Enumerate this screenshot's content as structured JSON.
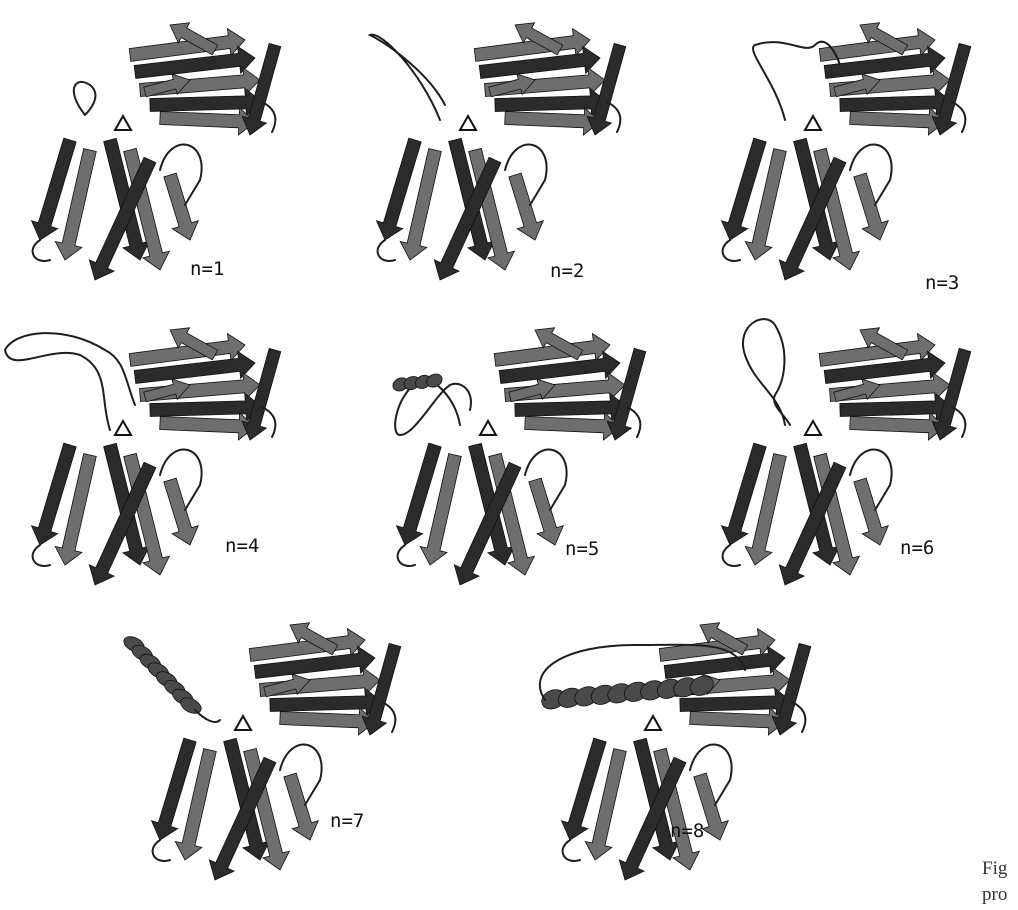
{
  "figure": {
    "panels": [
      {
        "label": "n=1",
        "linker": "loop-short"
      },
      {
        "label": "n=2",
        "linker": "loop-medium"
      },
      {
        "label": "n=3",
        "linker": "loop-wide"
      },
      {
        "label": "n=4",
        "linker": "loop-extended"
      },
      {
        "label": "n=5",
        "linker": "loop-folded"
      },
      {
        "label": "n=6",
        "linker": "loop-tall"
      },
      {
        "label": "n=7",
        "linker": "helix"
      },
      {
        "label": "n=8",
        "linker": "long-helix"
      }
    ],
    "caption_fragments": [
      "Fig",
      "pro"
    ]
  },
  "colors": {
    "dark_strand": "#2b2b2b",
    "mid_strand": "#6e6e6e",
    "coil": "#1e1e1e",
    "helix": "#4a4a4a"
  }
}
